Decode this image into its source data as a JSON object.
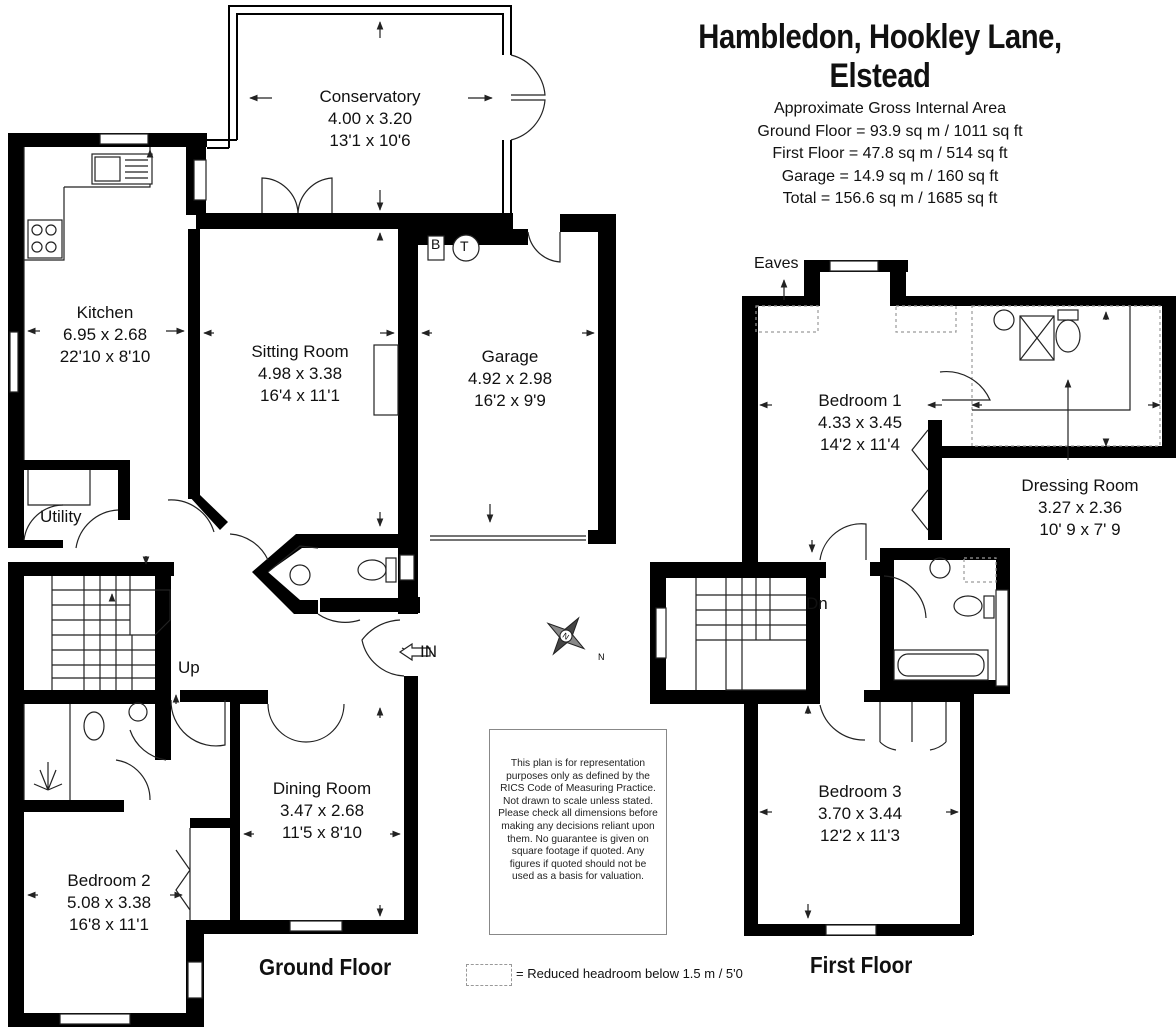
{
  "title": "Hambledon, Hookley Lane, Elstead",
  "areas": {
    "heading": "Approximate Gross Internal Area",
    "ground": "Ground Floor = 93.9 sq m / 1011 sq ft",
    "first": "First Floor = 47.8 sq m / 514 sq ft",
    "garage": "Garage = 14.9 sq m / 160 sq ft",
    "total": "Total = 156.6 sq m / 1685 sq ft"
  },
  "rooms": {
    "conservatory": {
      "name": "Conservatory",
      "metric": "4.00 x 3.20",
      "imperial": "13'1 x 10'6"
    },
    "kitchen": {
      "name": "Kitchen",
      "metric": "6.95 x 2.68",
      "imperial": "22'10 x 8'10"
    },
    "sitting": {
      "name": "Sitting Room",
      "metric": "4.98 x 3.38",
      "imperial": "16'4 x 11'1"
    },
    "garage": {
      "name": "Garage",
      "metric": "4.92 x 2.98",
      "imperial": "16'2 x 9'9"
    },
    "dining": {
      "name": "Dining Room",
      "metric": "3.47 x 2.68",
      "imperial": "11'5 x 8'10"
    },
    "bedroom2": {
      "name": "Bedroom 2",
      "metric": "5.08 x 3.38",
      "imperial": "16'8 x 11'1"
    },
    "bedroom1": {
      "name": "Bedroom 1",
      "metric": "4.33 x 3.45",
      "imperial": "14'2 x 11'4"
    },
    "dressing": {
      "name": "Dressing Room",
      "metric": "3.27 x 2.36",
      "imperial": "10' 9 x 7' 9"
    },
    "bedroom3": {
      "name": "Bedroom 3",
      "metric": "3.70 x 3.44",
      "imperial": "12'2 x 11'3"
    }
  },
  "labels": {
    "utility": "Utility",
    "up": "Up",
    "dn": "Dn",
    "in": "IN",
    "eaves": "Eaves",
    "boiler": "B",
    "tank": "T"
  },
  "floors": {
    "ground": "Ground Floor",
    "first": "First Floor"
  },
  "disclaimer": "This plan is for representation purposes only as defined by the RICS Code of Measuring Practice. Not drawn to scale unless stated. Please check all dimensions before making any decisions reliant upon them. No guarantee is given on square footage if quoted. Any figures if quoted should not be used as a basis for valuation.",
  "legend": "= Reduced headroom below 1.5 m / 5'0",
  "colors": {
    "wall": "#000000",
    "line": "#222222",
    "dashed": "#9a9a9a"
  }
}
